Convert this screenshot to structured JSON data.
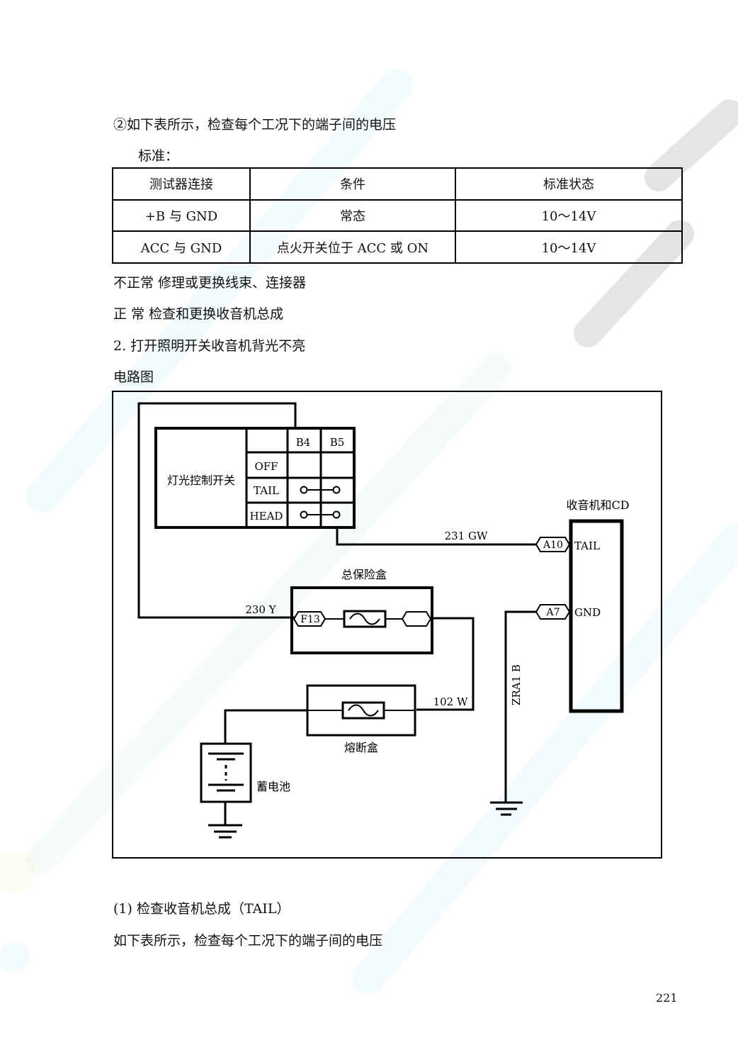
{
  "heading_step": "②如下表所示，检查每个工况下的端子间的电压",
  "standard_label": "标准：",
  "table": {
    "headers": [
      "测试器连接",
      "条件",
      "标准状态"
    ],
    "rows": [
      [
        "+B 与 GND",
        "常态",
        "10～14V"
      ],
      [
        "ACC 与 GND",
        "点火开关位于 ACC 或 ON",
        "10～14V"
      ]
    ]
  },
  "abnormal_line": "不正常  修理或更换线束、连接器",
  "normal_line": "正  常   检查和更换收音机总成",
  "section_title": "2.  打开照明开关收音机背光不亮",
  "circuit_label": "电路图",
  "diagram": {
    "switch_name": "灯光控制开关",
    "col_b4": "B4",
    "col_b5": "B5",
    "pos_off": "OFF",
    "pos_tail": "TAIL",
    "pos_head": "HEAD",
    "radio_title": "收音机和CD",
    "pin_a10": "A10",
    "pin_a7": "A7",
    "pin_tail": "TAIL",
    "pin_gnd": "GND",
    "wire_231": "231  GW",
    "wire_230": "230   Y",
    "wire_102": "102  W",
    "wire_zra1": "ZRA1  B",
    "fuse_box_title": "总保险盒",
    "fuse_f13": "F13",
    "fusible_box": "熔断盒",
    "battery": "蓄电池"
  },
  "sub_step": "(1)  检查收音机总成（TAIL）",
  "sub_desc": "如下表所示，检查每个工况下的端子间的电压",
  "page_number": "221"
}
